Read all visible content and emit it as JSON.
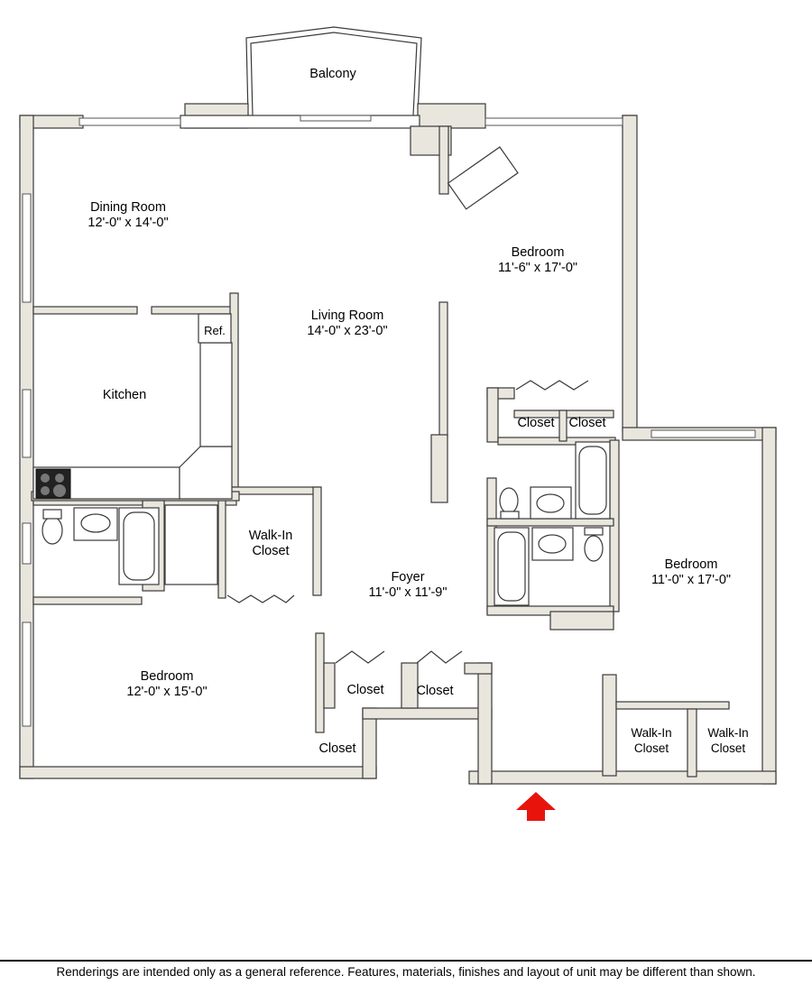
{
  "rooms": {
    "balcony": {
      "name": "Balcony"
    },
    "dining": {
      "name": "Dining Room",
      "dims": "12'-0\" x 14'-0\""
    },
    "living": {
      "name": "Living Room",
      "dims": "14'-0\" x 23'-0\""
    },
    "kitchen": {
      "name": "Kitchen",
      "ref": "Ref."
    },
    "bedroom_ne": {
      "name": "Bedroom",
      "dims": "11'-6\" x 17'-0\""
    },
    "bedroom_e": {
      "name": "Bedroom",
      "dims": "11'-0\" x 17'-0\""
    },
    "bedroom_sw": {
      "name": "Bedroom",
      "dims": "12'-0\" x 15'-0\""
    },
    "foyer": {
      "name": "Foyer",
      "dims": "11'-0\" x 11'-9\""
    },
    "walkin_center": {
      "line1": "Walk-In",
      "line2": "Closet"
    },
    "walkin_e1": {
      "line1": "Walk-In",
      "line2": "Closet"
    },
    "walkin_e2": {
      "line1": "Walk-In",
      "line2": "Closet"
    },
    "closet_1": "Closet",
    "closet_2": "Closet",
    "closet_3": "Closet",
    "closet_4": "Closet",
    "closet_5": "Closet"
  },
  "entry_arrow_color": "#e8140c",
  "disclaimer": "Renderings are intended only as a general reference. Features, materials, finishes and layout of unit may be different than shown."
}
